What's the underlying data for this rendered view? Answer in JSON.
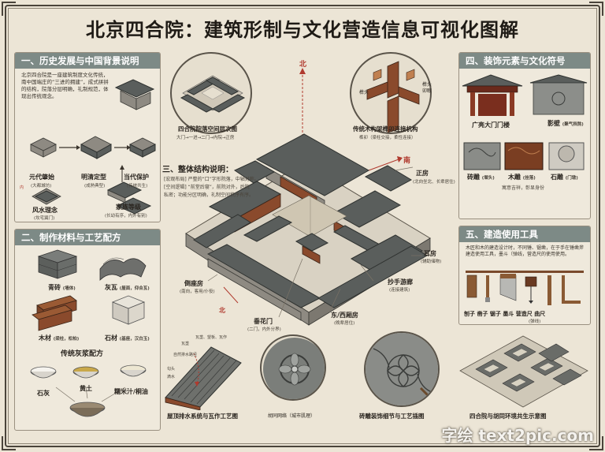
{
  "title": "北京四合院：建筑形制与文化营造信息可视化图解",
  "s1": {
    "title": "一、历史发展与中国背景说明",
    "intro": "北京四合院是一座建筑制度文化传统，南中国端庄的“三进的拥建”，成式拼拼的结构，院落分层明确，礼制规范，体现出传统观念。",
    "items": [
      {
        "label": "元代肇始",
        "sub": "(大都城坊)"
      },
      {
        "label": "明清定型",
        "sub": "(成熟典型)"
      },
      {
        "label": "当代保护",
        "sub": "(传统共生)"
      }
    ],
    "fengshui": {
      "label": "风水理念",
      "sub": "(坎宅巽门)"
    },
    "family": {
      "label": "家族等级",
      "sub": "(长幼有序，内外有别)"
    }
  },
  "s2": {
    "title": "二、制作材料与工艺配方",
    "materials": [
      {
        "label": "青砖",
        "sub": "(墙体)"
      },
      {
        "label": "灰瓦",
        "sub": "(屋面，仰合瓦)"
      },
      {
        "label": "木材",
        "sub": "(梁柱，松柏)"
      },
      {
        "label": "石材",
        "sub": "(基座，汉白玉)"
      }
    ],
    "mortar_title": "传统灰浆配方",
    "mortar": [
      {
        "label": "石灰"
      },
      {
        "label": "黄土"
      },
      {
        "label": "糯米汁/桐油"
      }
    ]
  },
  "center": {
    "layout_caption": "四合院院落空间层次图",
    "layout_sub": "大门→一进→二门→内院→正房",
    "joinery_caption": "传统木构架榫卯连接机构",
    "joinery_sub": "榫卯（梁柱交接，柔性连接）",
    "joinery_tags": [
      "榫头",
      "卯眼",
      "榫头"
    ],
    "north": "北",
    "south": "南",
    "s3_title": "三、整体结构说明：",
    "s3_lines": [
      "[宏观布局] 严整的“口”字形院落，中轴对称。",
      "[空间逻辑] “前堂后寝”，前院对外，后院",
      "私密；功能分区明确，礼制空间秩序有序。"
    ],
    "labels": {
      "zhengfang": "正房",
      "zhengfang_sub": "(北向坐北、长辈居住)",
      "erfang": "耳房",
      "erfang_sub": "(辅助储物)",
      "daozuo": "倒座房",
      "daozuo_sub": "(南向，客用/仆役)",
      "chaoshou": "抄手游廊",
      "chaoshou_sub": "(连接建筑)",
      "xiang": "东/西厢房",
      "xiang_sub": "(晚辈居住)",
      "chuihua": "垂花门",
      "chuihua_sub": "(二门，内外分界)",
      "bei2": "北"
    }
  },
  "bottom": {
    "roof_caption": "屋顶排水系统与瓦作工艺图",
    "roof_tags": [
      "瓦垄",
      "望板",
      "椽子",
      "自然排水路径",
      "勾头",
      "滴水"
    ],
    "roof_tag_top": "瓦垄、望板、瓦作",
    "hutong_caption": "胡同网络（城市肌理）",
    "brick_caption": "砖雕装饰细节与工艺插图",
    "siheyuan_caption": "四合院与胡同环境共生示意图"
  },
  "s4": {
    "title": "四、装饰元素与文化符号",
    "items": [
      {
        "label": "广亮大门门楼"
      },
      {
        "label": "影壁",
        "sub": "(聚气挡煞)"
      },
      {
        "label": "砖雕",
        "sub": "(墀头)"
      },
      {
        "label": "木雕",
        "sub": "(挂落)"
      },
      {
        "label": "石雕",
        "sub": "(门墩)"
      }
    ],
    "motto": "寓意吉祥，彰显身份"
  },
  "s5": {
    "title": "五、建造使用工具",
    "intro": "木匠和木的建造设计时，不同锤、锯凿，在于手在锤凿斧建造使用工具，墨斗（弹线，营造尺的使用使用。",
    "tools": [
      "刨子",
      "凿子",
      "锯子",
      "墨斗",
      "营造尺",
      "曲尺"
    ],
    "tools_sub": "(弹线)"
  },
  "watermark": "字绘 text2pic.com",
  "colors": {
    "panel_header": "#7d8a86",
    "background": "#ece5d6",
    "roof": "#5a5e5c",
    "wood": "#8a4a2c",
    "accent_red": "#b03a2e"
  }
}
